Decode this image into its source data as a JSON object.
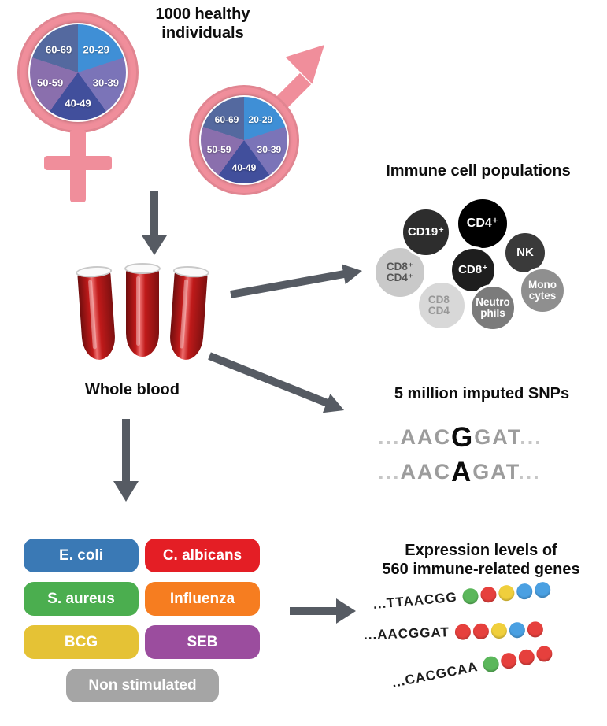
{
  "header": {
    "title": "1000 healthy\nindividuals"
  },
  "pie": {
    "segments": [
      {
        "label": "20-29",
        "color": "#3f8fd6"
      },
      {
        "label": "30-39",
        "color": "#7b74b8"
      },
      {
        "label": "40-49",
        "color": "#414f9c"
      },
      {
        "label": "50-59",
        "color": "#8a6fad"
      },
      {
        "label": "60-69",
        "color": "#54699f"
      }
    ]
  },
  "blood": {
    "label": "Whole blood"
  },
  "immune": {
    "title": "Immune cell populations",
    "cells": [
      {
        "label": "CD8⁺\nCD4⁺",
        "bg": "#c9c9c9",
        "fg": "#555555"
      },
      {
        "label": "CD19⁺",
        "bg": "#2d2d2d",
        "fg": "#ffffff"
      },
      {
        "label": "NK",
        "bg": "#3a3a3a",
        "fg": "#ffffff"
      },
      {
        "label": "CD4⁺",
        "bg": "#000000",
        "fg": "#ffffff"
      },
      {
        "label": "CD8⁻\nCD4⁻",
        "bg": "#d8d8d8",
        "fg": "#979797"
      },
      {
        "label": "Mono\ncytes",
        "bg": "#8f8f8f",
        "fg": "#ffffff"
      },
      {
        "label": "CD8⁺",
        "bg": "#1e1e1e",
        "fg": "#ffffff"
      },
      {
        "label": "Neutro\nphils",
        "bg": "#7b7b7b",
        "fg": "#ffffff"
      }
    ]
  },
  "snps": {
    "title": "5 million imputed SNPs",
    "sequences": [
      {
        "pre_dots": "...",
        "pre": "AAC",
        "variant": "G",
        "post": "GAT",
        "post_dots": "..."
      },
      {
        "pre_dots": "...",
        "pre": "AAC",
        "variant": "A",
        "post": "GAT",
        "post_dots": "..."
      }
    ]
  },
  "stimuli": {
    "items": [
      {
        "label": "E. coli",
        "color": "#3a79b5"
      },
      {
        "label": "C. albicans",
        "color": "#e41e25"
      },
      {
        "label": "S. aureus",
        "color": "#4bae4f"
      },
      {
        "label": "Influenza",
        "color": "#f67d20"
      },
      {
        "label": "BCG",
        "color": "#e5c235"
      },
      {
        "label": "SEB",
        "color": "#9b4d9e"
      },
      {
        "label": "Non stimulated",
        "color": "#a5a5a5"
      }
    ]
  },
  "expression": {
    "title": "Expression levels of\n560 immune-related genes",
    "bead_colors": {
      "green": "#5bb75b",
      "red": "#e6403d",
      "yellow": "#f0cf3c",
      "blue": "#4aa0e2"
    },
    "rows": [
      {
        "seq": "...TTAACGG",
        "beads": [
          "green",
          "red",
          "yellow",
          "blue",
          "blue"
        ]
      },
      {
        "seq": "...AACGGAT",
        "beads": [
          "red",
          "red",
          "yellow",
          "blue",
          "red"
        ]
      },
      {
        "seq": "...CACGCAA",
        "beads": [
          "green",
          "red",
          "red",
          "red"
        ]
      }
    ]
  },
  "colors": {
    "arrow": "#565b63",
    "symbol_pink": "#f08e9b"
  }
}
